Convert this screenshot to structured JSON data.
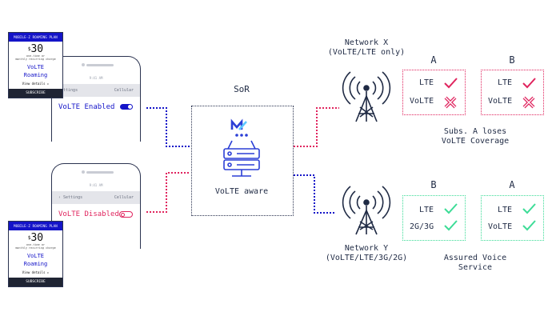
{
  "sor": {
    "title": "SoR",
    "label": "VoLTE aware"
  },
  "network_x": {
    "name": "Network X",
    "desc": "(VoLTE/LTE only)"
  },
  "network_y": {
    "name": "Network Y",
    "desc": "(VoLTE/LTE/3G/2G)"
  },
  "phone_top": {
    "nav_left": "Settings",
    "nav_right": "Cellular",
    "toggle_label": "VoLTE Enabled",
    "toggle_state": "on"
  },
  "phone_bottom": {
    "nav_left": "Settings",
    "nav_right": "Cellular",
    "toggle_label": "VoLTE Disabled",
    "toggle_state": "off"
  },
  "plan_card": {
    "header": "MOBILE-Z ROAMING PLAN",
    "price": "30",
    "currency": "$",
    "subtext1": "one-time or",
    "subtext2": "monthly recurring charge",
    "feature_line1": "VoLTE",
    "feature_line2": "Roaming",
    "details": "View details",
    "button": "SUBSCRIBE"
  },
  "top_group": {
    "sub_a": {
      "letter": "A",
      "rows": [
        {
          "tech": "LTE",
          "status": "ok"
        },
        {
          "tech": "VoLTE",
          "status": "fail"
        }
      ]
    },
    "sub_b": {
      "letter": "B",
      "rows": [
        {
          "tech": "LTE",
          "status": "ok"
        },
        {
          "tech": "VoLTE",
          "status": "fail"
        }
      ]
    },
    "caption1": "Subs. A loses",
    "caption2": "VoLTE Coverage"
  },
  "bottom_group": {
    "sub_b": {
      "letter": "B",
      "rows": [
        {
          "tech": "LTE",
          "status": "ok"
        },
        {
          "tech": "2G/3G",
          "status": "ok"
        }
      ]
    },
    "sub_a": {
      "letter": "A",
      "rows": [
        {
          "tech": "LTE",
          "status": "ok"
        },
        {
          "tech": "VoLTE",
          "status": "ok"
        }
      ]
    },
    "caption1": "Assured Voice",
    "caption2": "Service"
  },
  "colors": {
    "navy": "#1f2a44",
    "blue_link": "#1414c8",
    "red": "#e0245e",
    "green": "#3ddc97",
    "logo_blue": "#2b3fd6",
    "logo_teal": "#5cc8ff"
  }
}
